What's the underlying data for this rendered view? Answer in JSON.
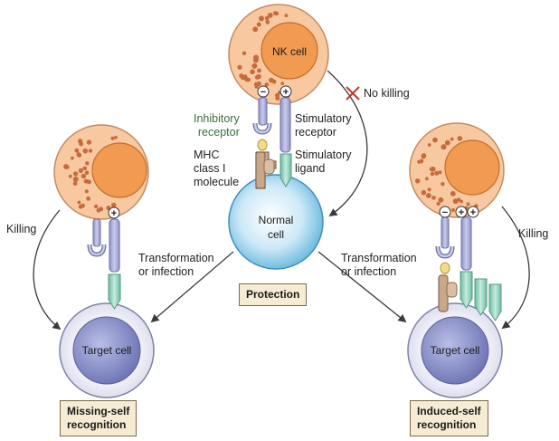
{
  "nk_label": "NK cell",
  "no_killing": "No killing",
  "inhibitory_receptor": [
    "Inhibitory",
    "receptor"
  ],
  "stimulatory_receptor": [
    "Stimulatory",
    "receptor"
  ],
  "mhc_molecule": [
    "MHC",
    "class I",
    "molecule"
  ],
  "stimulatory_ligand": [
    "Stimulatory",
    "ligand"
  ],
  "normal_cell": [
    "Normal",
    "cell"
  ],
  "protection": "Protection",
  "transformation_left": [
    "Transformation",
    "or infection"
  ],
  "transformation_right": [
    "Transformation",
    "or infection"
  ],
  "killing_left": "Killing",
  "killing_right": "Killing",
  "target_left": "Target cell",
  "target_right": "Target cell",
  "missing_self": [
    "Missing-self",
    "recognition"
  ],
  "induced_self": [
    "Induced-self",
    "recognition"
  ],
  "signs": {
    "minus": "−",
    "plus": "+"
  },
  "colors": {
    "nk_fill": "#f8c9a0",
    "nk_nucleus": "#f19a52",
    "granule": "#c76a3c",
    "receptor_blue": "#a9acd6",
    "ligand_green": "#9ed2bf",
    "mhc_brown": "#c8a88a",
    "peptide": "#f2dc8a",
    "normal_cell": "#9fd6ee",
    "target_nucleus": "#8d92c9",
    "arrow": "#3a3a3a",
    "no_killing_cross": "#c0392b"
  }
}
